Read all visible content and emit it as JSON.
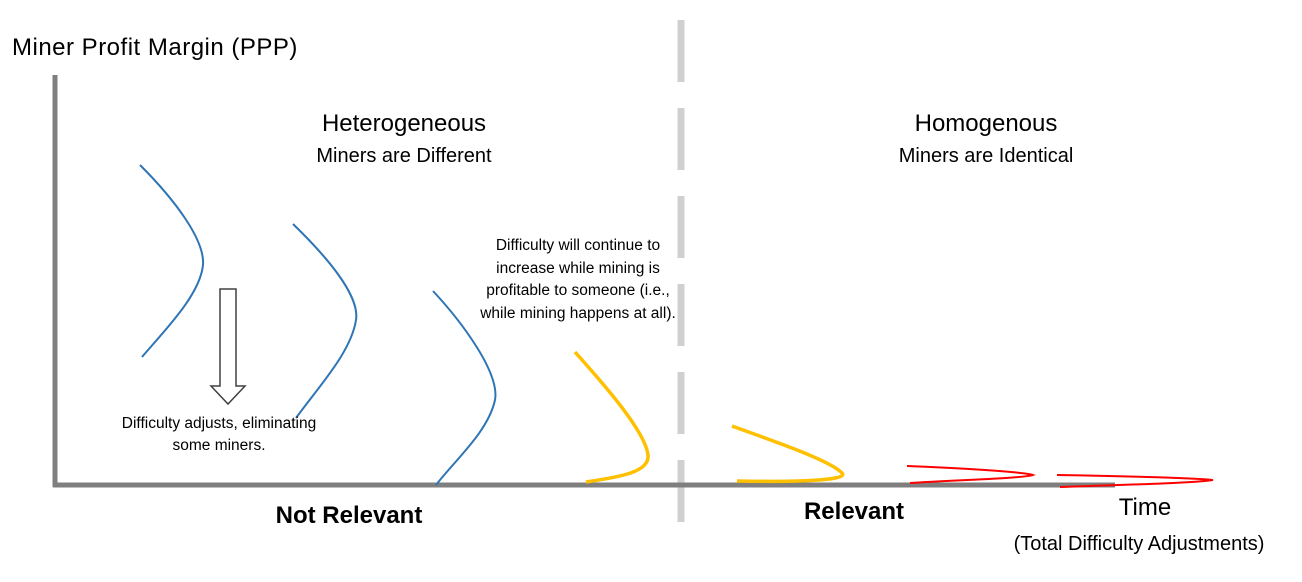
{
  "y_axis_label": "Miner Profit Margin (PPP)",
  "regions": {
    "left": {
      "title": "Heterogeneous",
      "subtitle": "Miners are Different",
      "label": "Not Relevant"
    },
    "right": {
      "title": "Homogenous",
      "subtitle": "Miners are Identical",
      "label": "Relevant"
    }
  },
  "annotations": {
    "adjust": "Difficulty adjusts, eliminating some miners.",
    "difficulty": "Difficulty will continue to increase while mining is profitable to someone (i.e., while mining happens at all)."
  },
  "x_axis": {
    "label": "Time",
    "sublabel": "(Total Difficulty Adjustments)"
  },
  "colors": {
    "axis": "#7f7f7f",
    "divider": "#d0d0d0",
    "blue": "#2e75b6",
    "yellow": "#ffc000",
    "red": "#ff0000"
  },
  "icons": {
    "arrow": "down-arrow-outline"
  }
}
